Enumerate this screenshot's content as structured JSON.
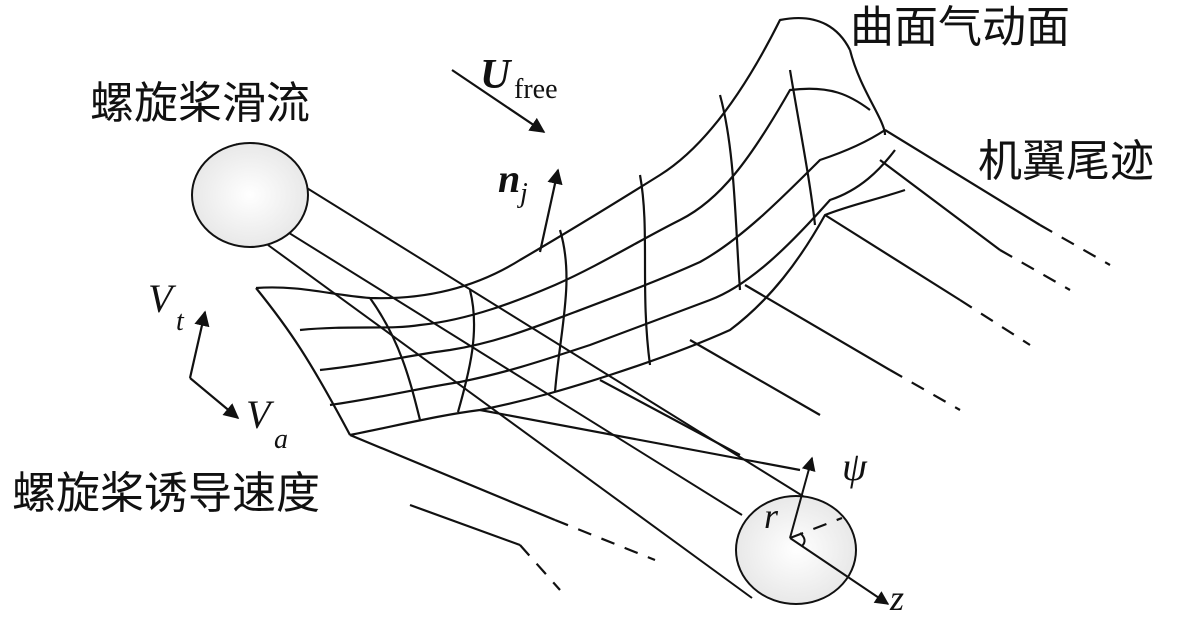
{
  "labels": {
    "propeller_slipstream": "螺旋桨滑流",
    "curved_aero_surface": "曲面气动面",
    "wing_wake": "机翼尾迹",
    "propeller_induced_velocity": "螺旋桨诱导速度"
  },
  "symbols": {
    "u_free_main": "U",
    "u_free_sub": "free",
    "n_j_main": "n",
    "n_j_sub": "j",
    "v_t_main": "V",
    "v_t_sub": "t",
    "v_a_main": "V",
    "v_a_sub": "a",
    "psi": "ψ",
    "r": "r",
    "z": "z"
  }
}
